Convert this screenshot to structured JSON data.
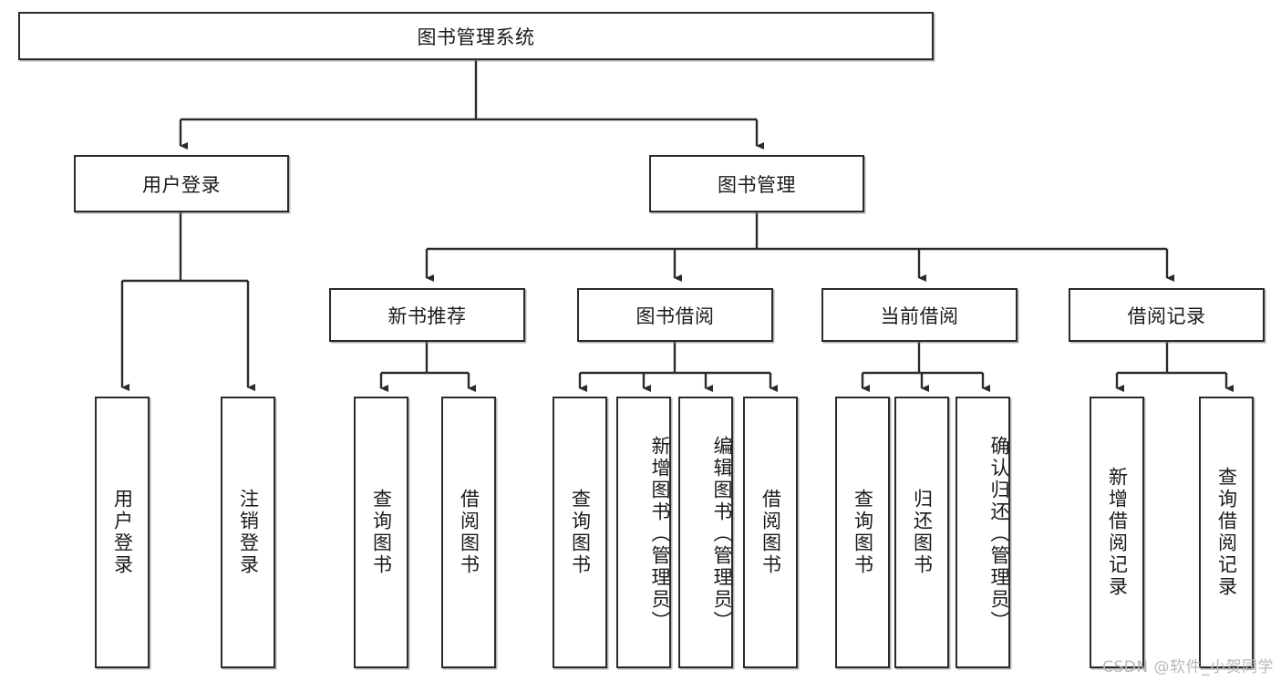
{
  "diagram": {
    "title": "图书管理系统",
    "type": "tree-hierarchy",
    "root": {
      "id": "root",
      "label": "图书管理系统"
    },
    "level2": [
      {
        "id": "user-login",
        "label": "用户登录"
      },
      {
        "id": "book-manage",
        "label": "图书管理"
      }
    ],
    "level3": [
      {
        "id": "new-book-rec",
        "label": "新书推荐",
        "parent": "book-manage"
      },
      {
        "id": "book-borrow",
        "label": "图书借阅",
        "parent": "book-manage"
      },
      {
        "id": "current-borrow",
        "label": "当前借阅",
        "parent": "book-manage"
      },
      {
        "id": "borrow-record",
        "label": "借阅记录",
        "parent": "book-manage"
      }
    ],
    "leaves": {
      "user_login": [
        {
          "id": "leaf-user-login",
          "label": "用户登录"
        },
        {
          "id": "leaf-logout",
          "label": "注销登录"
        }
      ],
      "new_book_rec": [
        {
          "id": "leaf-query-book-1",
          "label": "查询图书"
        },
        {
          "id": "leaf-borrow-book-1",
          "label": "借阅图书"
        }
      ],
      "book_borrow": [
        {
          "id": "leaf-query-book-2",
          "label": "查询图书"
        },
        {
          "id": "leaf-add-book",
          "label": "新增图书（管理员）"
        },
        {
          "id": "leaf-edit-book",
          "label": "编辑图书（管理员）"
        },
        {
          "id": "leaf-borrow-book-2",
          "label": "借阅图书"
        }
      ],
      "current_borrow": [
        {
          "id": "leaf-query-book-3",
          "label": "查询图书"
        },
        {
          "id": "leaf-return-book",
          "label": "归还图书"
        },
        {
          "id": "leaf-confirm-return",
          "label": "确认归还（管理员）"
        }
      ],
      "borrow_record": [
        {
          "id": "leaf-add-record",
          "label": "新增借阅记录"
        },
        {
          "id": "leaf-query-record",
          "label": "查询借阅记录"
        }
      ]
    }
  },
  "watermark": {
    "text": "CSDN @软件_小贺同学"
  },
  "colors": {
    "stroke": "#2b2b2b",
    "fill": "#ffffff",
    "text": "#1a1a1a",
    "watermark": "#b8b8b8"
  }
}
